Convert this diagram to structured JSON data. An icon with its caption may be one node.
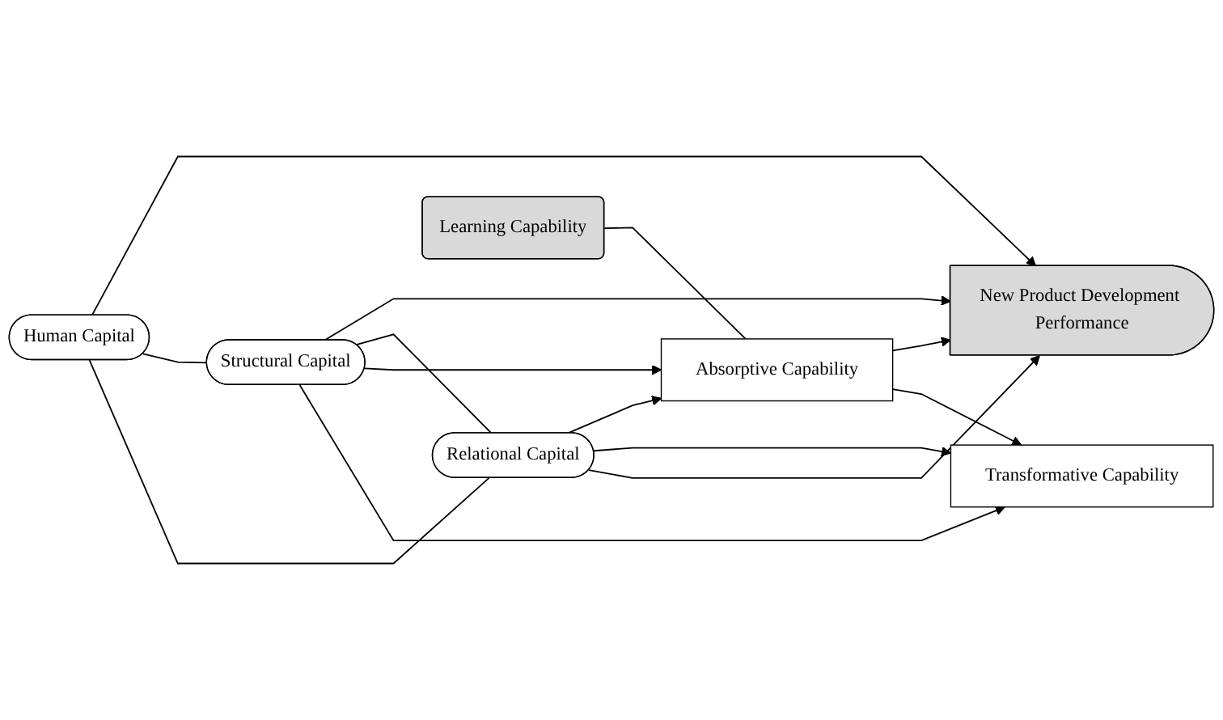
{
  "diagram": {
    "nodes": [
      {
        "text": [
          "Human Capital"
        ]
      },
      {
        "text": [
          "Structural Capital"
        ]
      },
      {
        "text": [
          "Relational Capital"
        ]
      },
      {
        "text": [
          "Learning Capability"
        ]
      },
      {
        "text": [
          "Absorptive Capability"
        ]
      },
      {
        "text": [
          "Transformative Capability"
        ]
      },
      {
        "text": [
          "New Product Development Performance"
        ]
      }
    ],
    "edges": [
      {
        "from": 0,
        "to": 6,
        "arrow": "to"
      },
      {
        "from": 1,
        "to": 6,
        "arrow": "to"
      },
      {
        "from": 0,
        "to": 1,
        "arrow": "none"
      },
      {
        "from": 1,
        "to": 2,
        "arrow": "none"
      },
      {
        "from": 0,
        "to": 2,
        "arrow": "none"
      },
      {
        "from": 3,
        "to": 4,
        "arrow": "none"
      },
      {
        "from": 1,
        "to": 4,
        "arrow": "to"
      },
      {
        "from": 1,
        "to": 5,
        "arrow": "to"
      },
      {
        "from": 2,
        "to": 4,
        "arrow": "to"
      },
      {
        "from": 2,
        "to": 5,
        "arrow": "to"
      },
      {
        "from": 4,
        "to": 6,
        "arrow": "to"
      },
      {
        "from": 4,
        "to": 5,
        "arrow": "to"
      },
      {
        "from": 2,
        "to": 6,
        "arrow": "to"
      }
    ]
  }
}
